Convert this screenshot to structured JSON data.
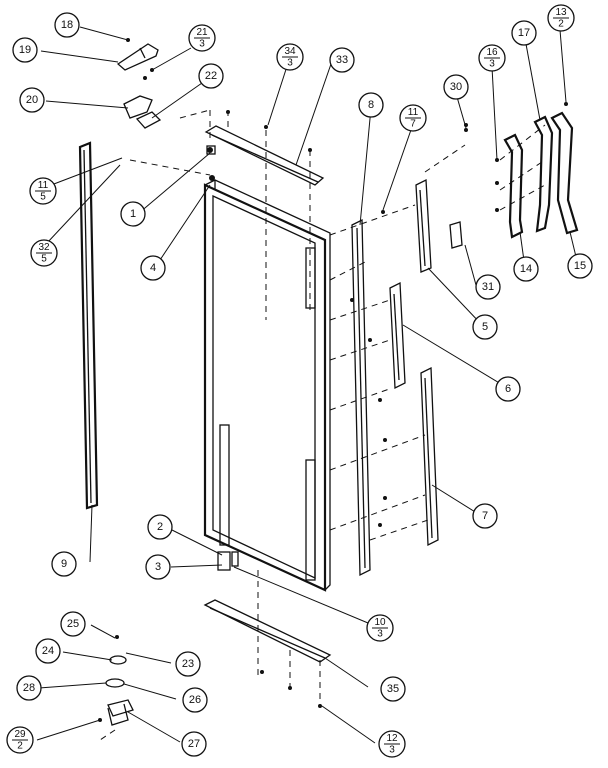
{
  "callouts": [
    {
      "label": "18"
    },
    {
      "label": "19"
    },
    {
      "label": "20"
    },
    {
      "label": "22"
    },
    {
      "label": "33"
    },
    {
      "label": "8"
    },
    {
      "label": "30"
    },
    {
      "label": "17"
    },
    {
      "label": "1"
    },
    {
      "label": "4"
    },
    {
      "label": "31"
    },
    {
      "label": "14"
    },
    {
      "label": "15"
    },
    {
      "label": "5"
    },
    {
      "label": "6"
    },
    {
      "label": "7"
    },
    {
      "label": "9"
    },
    {
      "label": "2"
    },
    {
      "label": "3"
    },
    {
      "label": "25"
    },
    {
      "label": "24"
    },
    {
      "label": "23"
    },
    {
      "label": "28"
    },
    {
      "label": "26"
    },
    {
      "label": "35"
    },
    {
      "label": "27"
    }
  ],
  "fraction_callouts": [
    {
      "num": "21",
      "den": "3"
    },
    {
      "num": "34",
      "den": "3"
    },
    {
      "num": "13",
      "den": "2"
    },
    {
      "num": "16",
      "den": "3"
    },
    {
      "num": "11",
      "den": "7"
    },
    {
      "num": "11",
      "den": "5"
    },
    {
      "num": "32",
      "den": "5"
    },
    {
      "num": "10",
      "den": "3"
    },
    {
      "num": "12",
      "den": "3"
    },
    {
      "num": "29",
      "den": "2"
    }
  ]
}
